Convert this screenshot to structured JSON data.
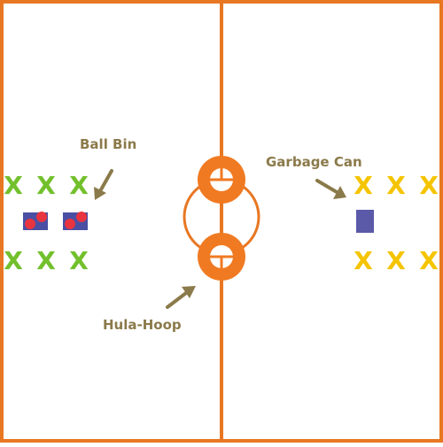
{
  "labels": {
    "ball_bin": "Ball Bin",
    "garbage_can": "Garbage Can",
    "hula_hoop": "Hula-Hoop"
  },
  "markers": {
    "left_team": [
      "X",
      "X",
      "X",
      "X",
      "X",
      "X"
    ],
    "right_team": [
      "X",
      "X",
      "X",
      "X",
      "X",
      "X"
    ]
  },
  "colors": {
    "court_line": "#e87722",
    "hoop_fill": "#f07a22",
    "label_text": "#8b7a4a",
    "arrow": "#8b7a4a",
    "left_team": "#72c02c",
    "right_team": "#f5c400",
    "bin_blue": "#4a4fa3",
    "ball_red": "#e8343f",
    "garbage_can": "#5a5aa8"
  }
}
